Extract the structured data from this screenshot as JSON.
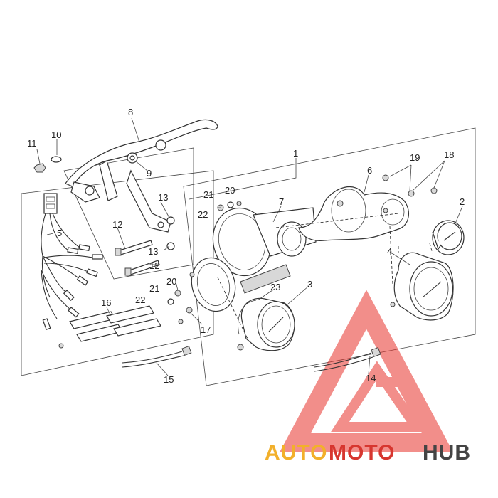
{
  "callouts": {
    "c1": "1",
    "c2": "2",
    "c3": "3",
    "c4": "4",
    "c5": "5",
    "c6": "6",
    "c7": "7",
    "c8": "8",
    "c9": "9",
    "c10": "10",
    "c11": "11",
    "c12a": "12",
    "c12b": "12",
    "c13a": "13",
    "c13b": "13",
    "c14": "14",
    "c15": "15",
    "c16": "16",
    "c17": "17",
    "c18": "18",
    "c19": "19",
    "c20a": "20",
    "c20b": "20",
    "c21a": "21",
    "c21b": "21",
    "c22a": "22",
    "c22b": "22",
    "c23": "23"
  },
  "watermark": {
    "part1": "AUTO",
    "part2": "MOTO",
    "part3": "HUB",
    "colors": {
      "auto": "#f2b02b",
      "moto": "#d7362f",
      "hub": "#444444",
      "triangle": "#e8322c"
    }
  },
  "icons": {
    "logo": "automotohub-triangle-logo"
  }
}
